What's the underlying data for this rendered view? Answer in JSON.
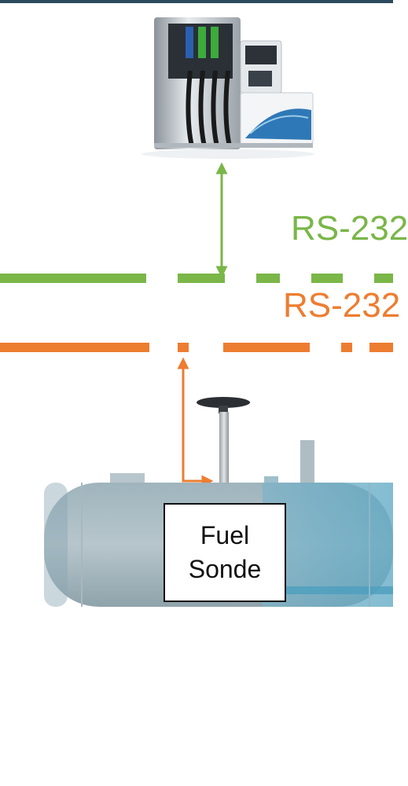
{
  "buses": {
    "green_label": "RS-232",
    "orange_label": "RS-232",
    "green_color": "#7ab648",
    "orange_color": "#ed7d31"
  },
  "sonde": {
    "line1": "Fuel",
    "line2": "Sonde"
  },
  "images": {
    "pump": "fuel-dispenser-icon",
    "tank": "storage-tank-icon",
    "probe": "sonde-probe-icon"
  }
}
